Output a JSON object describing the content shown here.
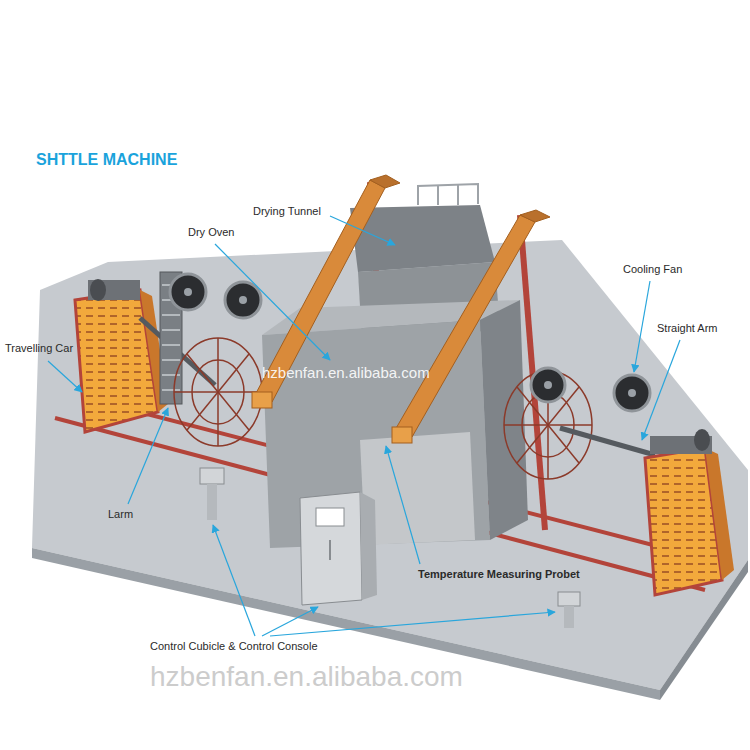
{
  "diagram": {
    "title": "SHTTLE MACHINE",
    "labels": [
      "Drying Tunnel",
      "Dry Oven",
      "Cooling Fan",
      "Straight Arm",
      "Travelling Car",
      "hzbenfan.en.alibaba.com",
      "Larm",
      "Temperature Measuring Probet",
      "Control Cubicle & Control Console",
      "hzbenfan.en.alibaba.com"
    ]
  }
}
